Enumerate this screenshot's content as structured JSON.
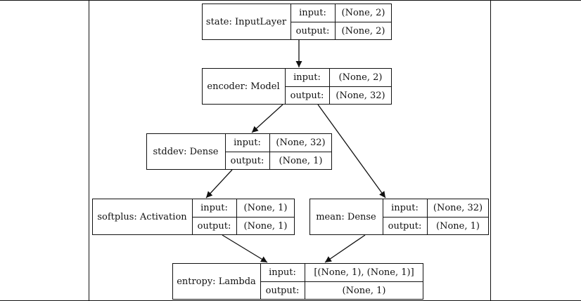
{
  "diagram": {
    "colors": {
      "stroke": "#111111",
      "background": "#ffffff"
    },
    "nodes": [
      {
        "id": "state",
        "name": "state: InputLayer",
        "input_label": "input:",
        "input_value": "(None, 2)",
        "output_label": "output:",
        "output_value": "(None, 2)"
      },
      {
        "id": "encoder",
        "name": "encoder: Model",
        "input_label": "input:",
        "input_value": "(None, 2)",
        "output_label": "output:",
        "output_value": "(None, 32)"
      },
      {
        "id": "stddev",
        "name": "stddev: Dense",
        "input_label": "input:",
        "input_value": "(None, 32)",
        "output_label": "output:",
        "output_value": "(None, 1)"
      },
      {
        "id": "softplus",
        "name": "softplus: Activation",
        "input_label": "input:",
        "input_value": "(None, 1)",
        "output_label": "output:",
        "output_value": "(None, 1)"
      },
      {
        "id": "mean",
        "name": "mean: Dense",
        "input_label": "input:",
        "input_value": "(None, 32)",
        "output_label": "output:",
        "output_value": "(None, 1)"
      },
      {
        "id": "entropy",
        "name": "entropy: Lambda",
        "input_label": "input:",
        "input_value": "[(None, 1), (None, 1)]",
        "output_label": "output:",
        "output_value": "(None, 1)"
      }
    ],
    "edges": [
      {
        "from": "state",
        "to": "encoder"
      },
      {
        "from": "encoder",
        "to": "stddev"
      },
      {
        "from": "encoder",
        "to": "mean"
      },
      {
        "from": "stddev",
        "to": "softplus"
      },
      {
        "from": "softplus",
        "to": "entropy"
      },
      {
        "from": "mean",
        "to": "entropy"
      }
    ]
  }
}
